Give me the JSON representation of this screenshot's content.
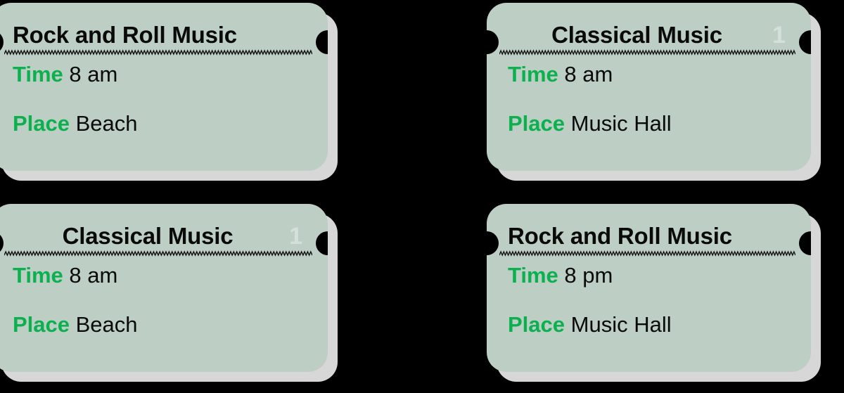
{
  "background_color": "#000000",
  "theme": {
    "card_color": "#bdcec4",
    "shadow_color": "#d7d7d7",
    "label_color": "#0cb04f",
    "text_color": "#0a0a0a",
    "number_color": "#ffffff"
  },
  "cards": [
    {
      "title": "Rock and Roll Music",
      "number": "",
      "title_align": "left",
      "fields": [
        {
          "label": "Time",
          "value": "8 am"
        },
        {
          "label": "Place",
          "value": "Beach"
        }
      ]
    },
    {
      "title": "Classical Music",
      "number": "1",
      "title_align": "center",
      "fields": [
        {
          "label": "Time",
          "value": "8 am"
        },
        {
          "label": "Place",
          "value": "Beach"
        }
      ]
    },
    {
      "title": "Classical Music",
      "number": "1",
      "title_align": "center",
      "fields": [
        {
          "label": "Time",
          "value": "8 am"
        },
        {
          "label": "Place",
          "value": "Music Hall"
        }
      ]
    },
    {
      "title": "Rock and Roll Music",
      "number": "",
      "title_align": "left",
      "fields": [
        {
          "label": "Time",
          "value": "8 pm"
        },
        {
          "label": "Place",
          "value": "Music Hall"
        }
      ]
    }
  ]
}
